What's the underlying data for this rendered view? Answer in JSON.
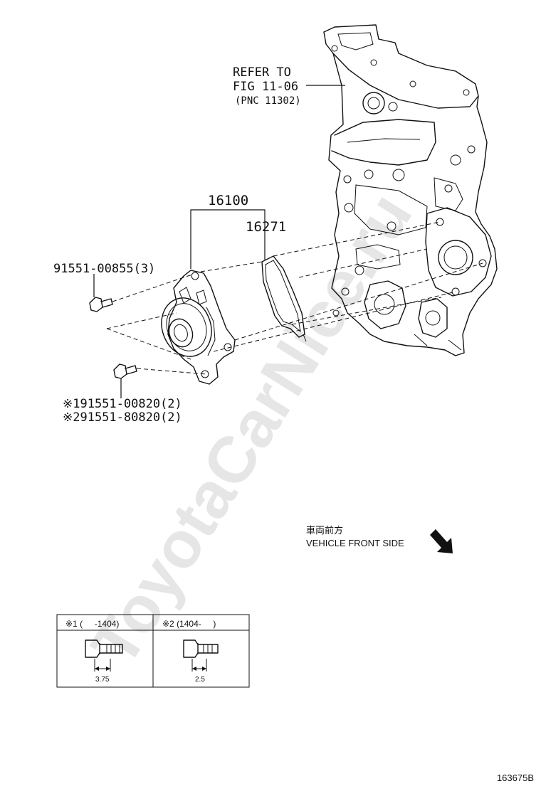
{
  "watermark": "ToyotaCarNice.ru",
  "refer_note": {
    "line1": "REFER TO",
    "line2": "FIG 11-06",
    "line3": "(PNC 11302)"
  },
  "parts": {
    "assembly_pnc": "16100",
    "gasket_pnc": "16271",
    "bolt_upper": "91551-00855(3)",
    "bolt_lower_1": "※191551-00820(2)",
    "bolt_lower_2": "※291551-80820(2)"
  },
  "direction": {
    "japanese": "車両前方",
    "english": "VEHICLE FRONT SIDE"
  },
  "legend_table": {
    "col1_header": "※1 (     -1404)",
    "col2_header": "※2 (1404-     )",
    "col1_dimension": "3.75",
    "col2_dimension": "2.5"
  },
  "figure_id": "163675B"
}
